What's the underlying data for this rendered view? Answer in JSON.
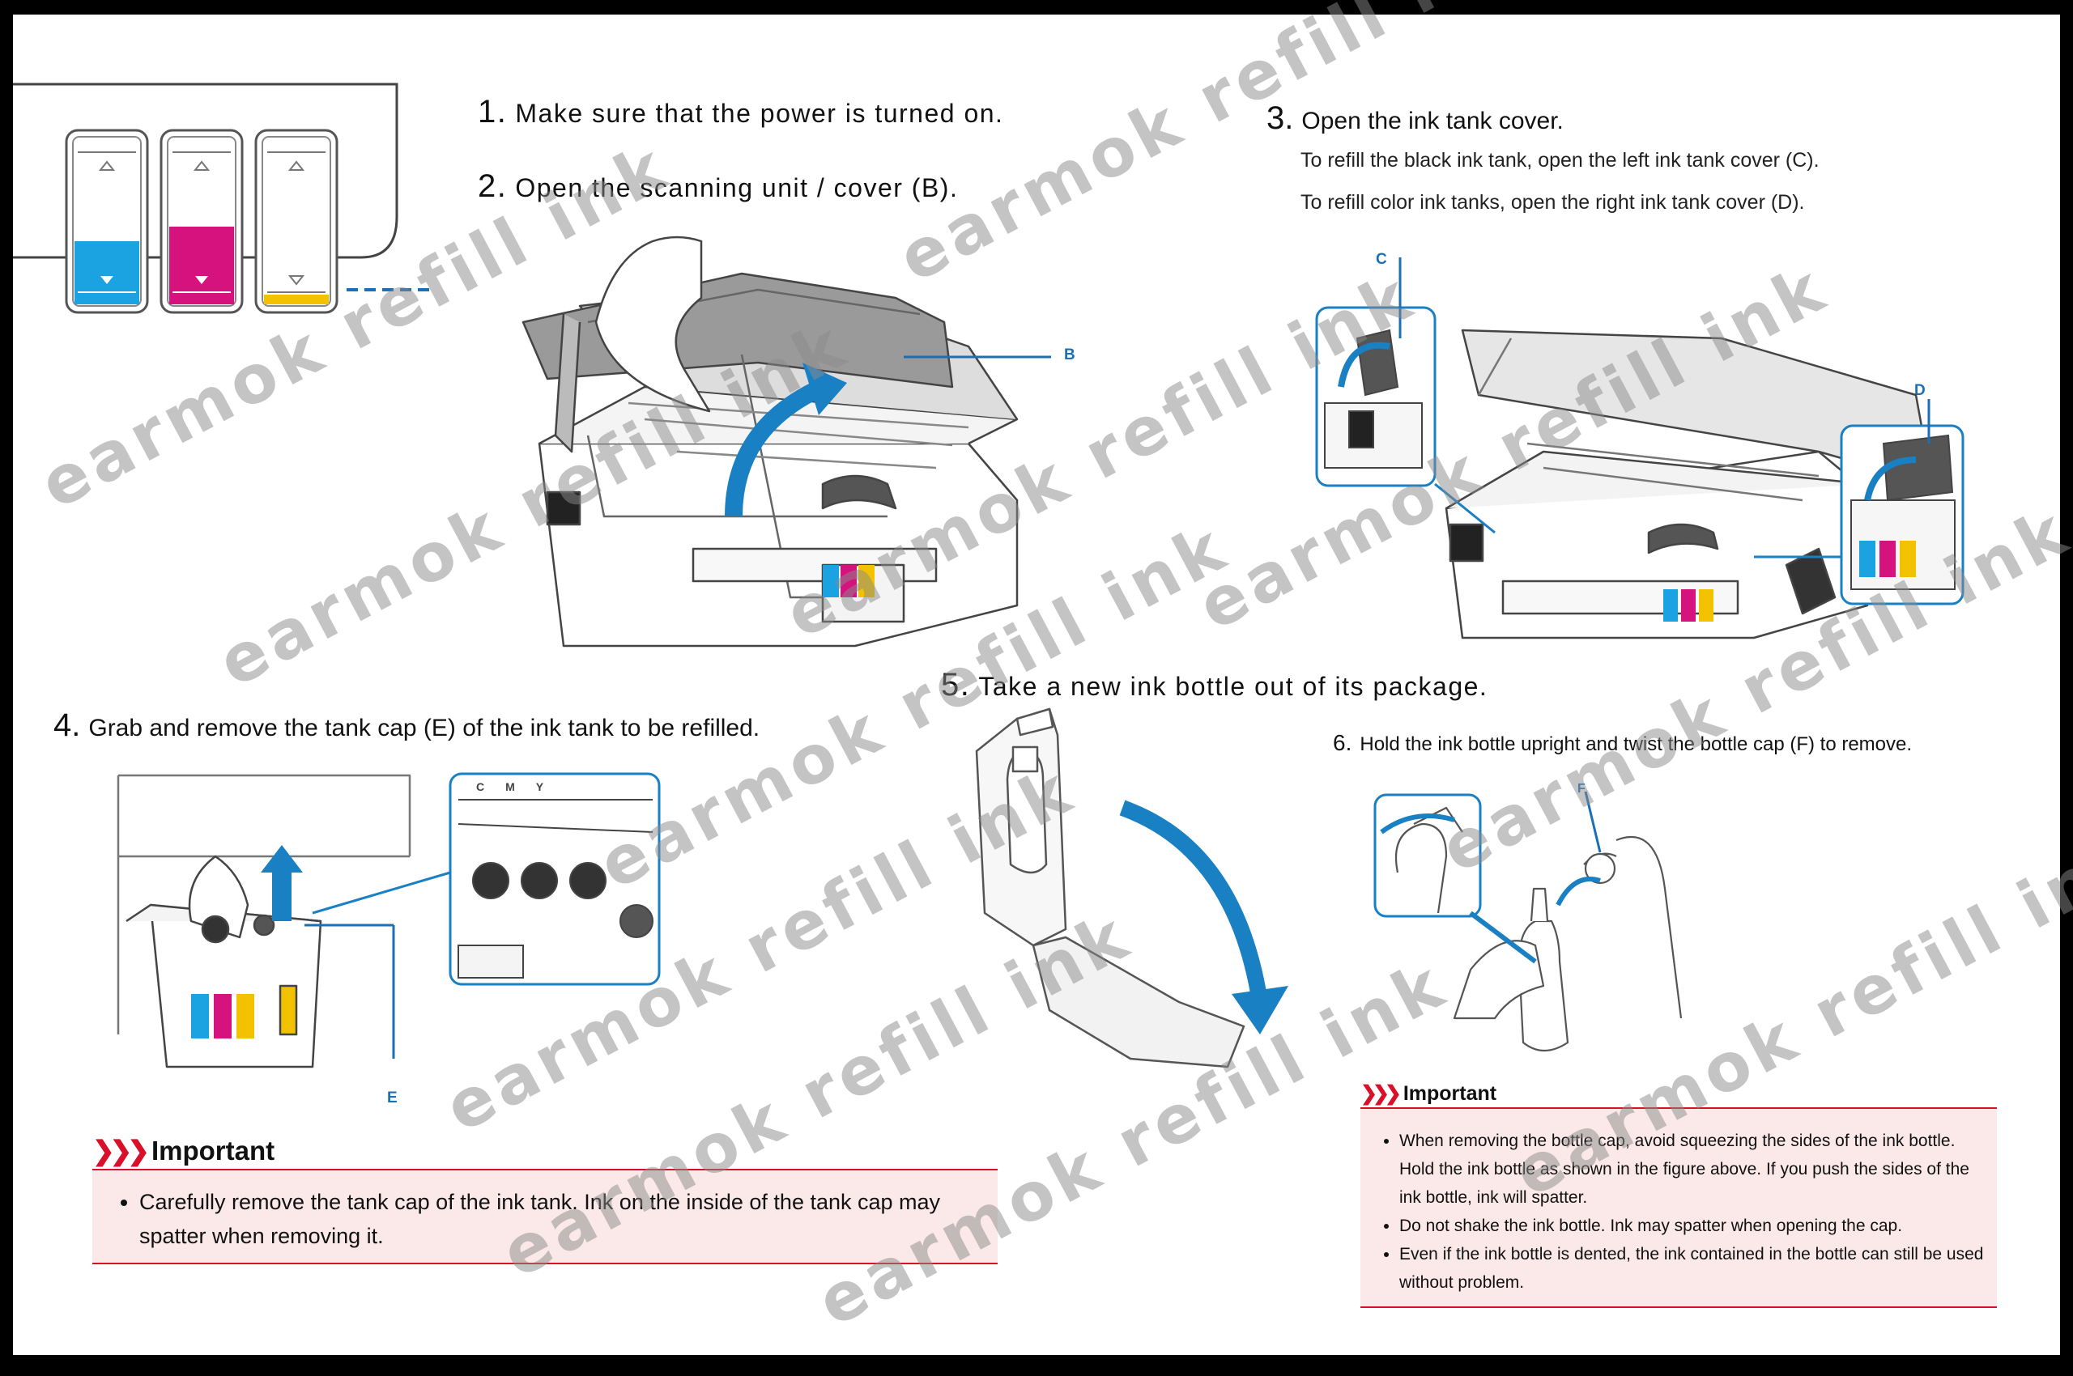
{
  "step1": {
    "number": "1.",
    "text": "Make sure that the power is turned on."
  },
  "step2": {
    "number": "2.",
    "text": "Open the scanning unit / cover (B).",
    "callout": "B"
  },
  "step3": {
    "number": "3.",
    "text": "Open the ink tank cover.",
    "line1": "To refill the black ink tank, open the left ink tank cover (C).",
    "line2": "To refill color ink tanks, open the right ink tank cover (D).",
    "callout_c": "C",
    "callout_d": "D"
  },
  "step4": {
    "number": "4.",
    "text": "Grab and remove the tank cap (E) of the ink tank to be refilled.",
    "callout": "E",
    "tank_labels": [
      "C",
      "M",
      "Y"
    ]
  },
  "step5": {
    "number": "5.",
    "text": "Take a new ink bottle out of its package."
  },
  "step6": {
    "number": "6.",
    "text": "Hold the ink bottle upright and twist the bottle cap (F) to remove.",
    "callout": "F"
  },
  "important_left": {
    "title": "Important",
    "items": [
      "Carefully remove the tank cap of the ink tank. Ink on the inside of the tank cap may spatter when removing it."
    ]
  },
  "important_right": {
    "title": "Important",
    "items": [
      "When removing the bottle cap, avoid squeezing the sides of the ink bottle. Hold the ink bottle as shown in the figure above. If you push the sides of the ink bottle, ink will spatter.",
      "Do not shake the ink bottle. Ink may spatter when opening the cap.",
      "Even if the ink bottle is dented, the ink contained in the bottle can still be used without problem."
    ]
  },
  "watermark": "earmok refill ink",
  "colors": {
    "cyan": "#1aa3e0",
    "magenta": "#d5127d",
    "yellow": "#f2c200",
    "accent_blue": "#1a6fb5",
    "important_red": "#d8102a"
  }
}
